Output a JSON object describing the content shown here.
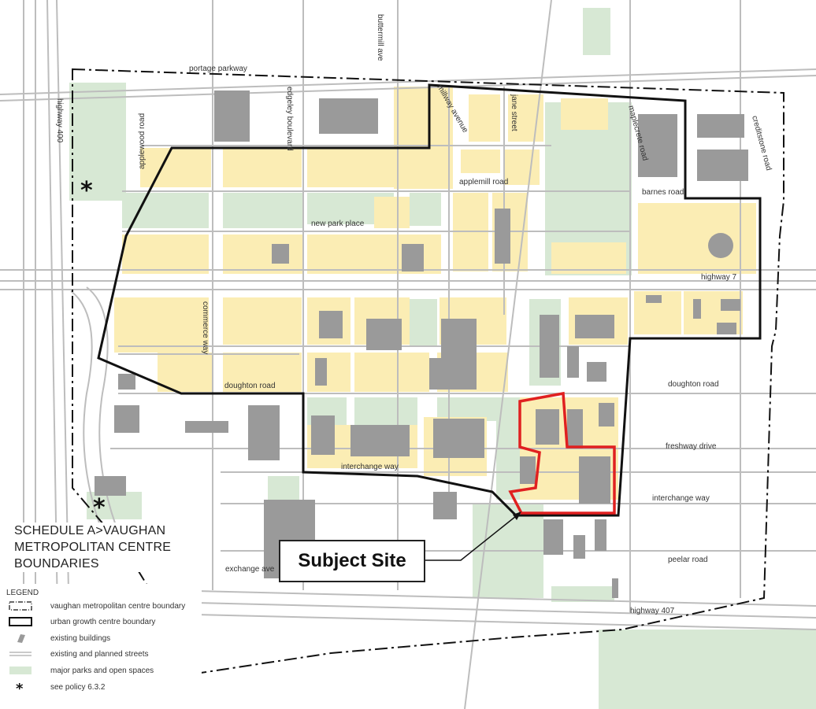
{
  "title": {
    "line1": "SCHEDULE A>VAUGHAN",
    "line2": "METROPOLITAN CENTRE",
    "line3": "BOUNDARIES"
  },
  "callout": {
    "label": "Subject Site"
  },
  "streets": {
    "portage": "portage parkway",
    "buttermill": "buttermill ave",
    "applewood": "applewood road",
    "highway400": "highway 400",
    "maplecrete": "maplecrete road",
    "millway": "millway avenue",
    "jane": "jane street",
    "creditstone": "creditstone road",
    "applemill": "applemill road",
    "barnes": "barnes road",
    "newpark": "new park place",
    "highway7": "highway 7",
    "commerce": "commerce way",
    "doughton_w": "doughton road",
    "doughton_e": "doughton road",
    "freshway": "freshway drive",
    "interchange_w": "interchange way",
    "interchange_e": "interchange way",
    "peelar": "peelar road",
    "exchange": "exchange ave",
    "highway407": "highway 407",
    "edgeley": "edgeley boulevard"
  },
  "legend": {
    "title": "LEGEND",
    "items": [
      {
        "icon": "dash-dot-boundary-icon",
        "text": "vaughan metropolitan centre boundary"
      },
      {
        "icon": "solid-boundary-icon",
        "text": "urban growth centre boundary"
      },
      {
        "icon": "building-icon",
        "text": "existing buildings"
      },
      {
        "icon": "street-lines-icon",
        "text": "existing and planned streets"
      },
      {
        "icon": "park-swatch-icon",
        "text": "major parks and open spaces"
      },
      {
        "icon": "asterisk-icon",
        "text": "see policy 6.3.2"
      }
    ]
  },
  "colors": {
    "development": "#fbedb4",
    "park": "#d7e8d4",
    "building": "#9a9a9a",
    "subject_outline": "#e02020",
    "boundary": "#111111"
  }
}
